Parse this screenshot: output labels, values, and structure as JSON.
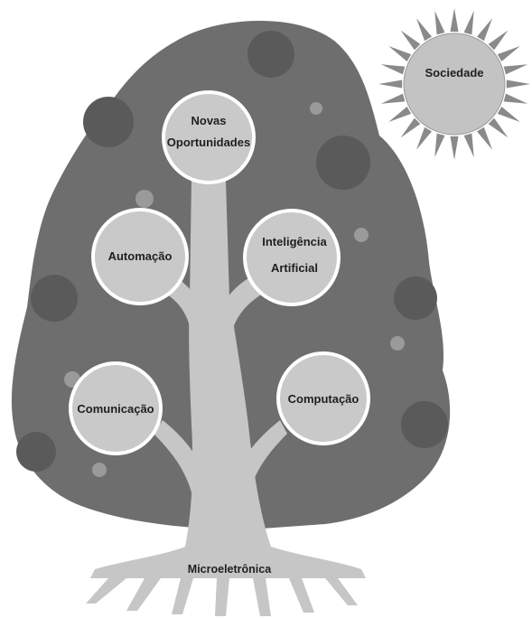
{
  "diagram": {
    "sun_label": "Sociedade",
    "root_label": "Microeletrônica",
    "nodes": {
      "novas_oportunidades": {
        "line1": "Novas",
        "line2": "Oportunidades"
      },
      "automacao": {
        "label": "Automação"
      },
      "inteligencia_artificial": {
        "line1": "Inteligência",
        "line2": "Artificial"
      },
      "comunicacao": {
        "label": "Comunicação"
      },
      "computacao": {
        "label": "Computação"
      }
    }
  },
  "colors": {
    "foliage": "#6e6e6e",
    "foliage_dark": "#5a5a5a",
    "trunk": "#c6c6c6",
    "node_fill": "#c9c9c9",
    "node_stroke": "#ffffff",
    "sun_fill": "#c3c3c3",
    "sun_rays": "#8a8a8a",
    "text": "#1f1f1f"
  }
}
